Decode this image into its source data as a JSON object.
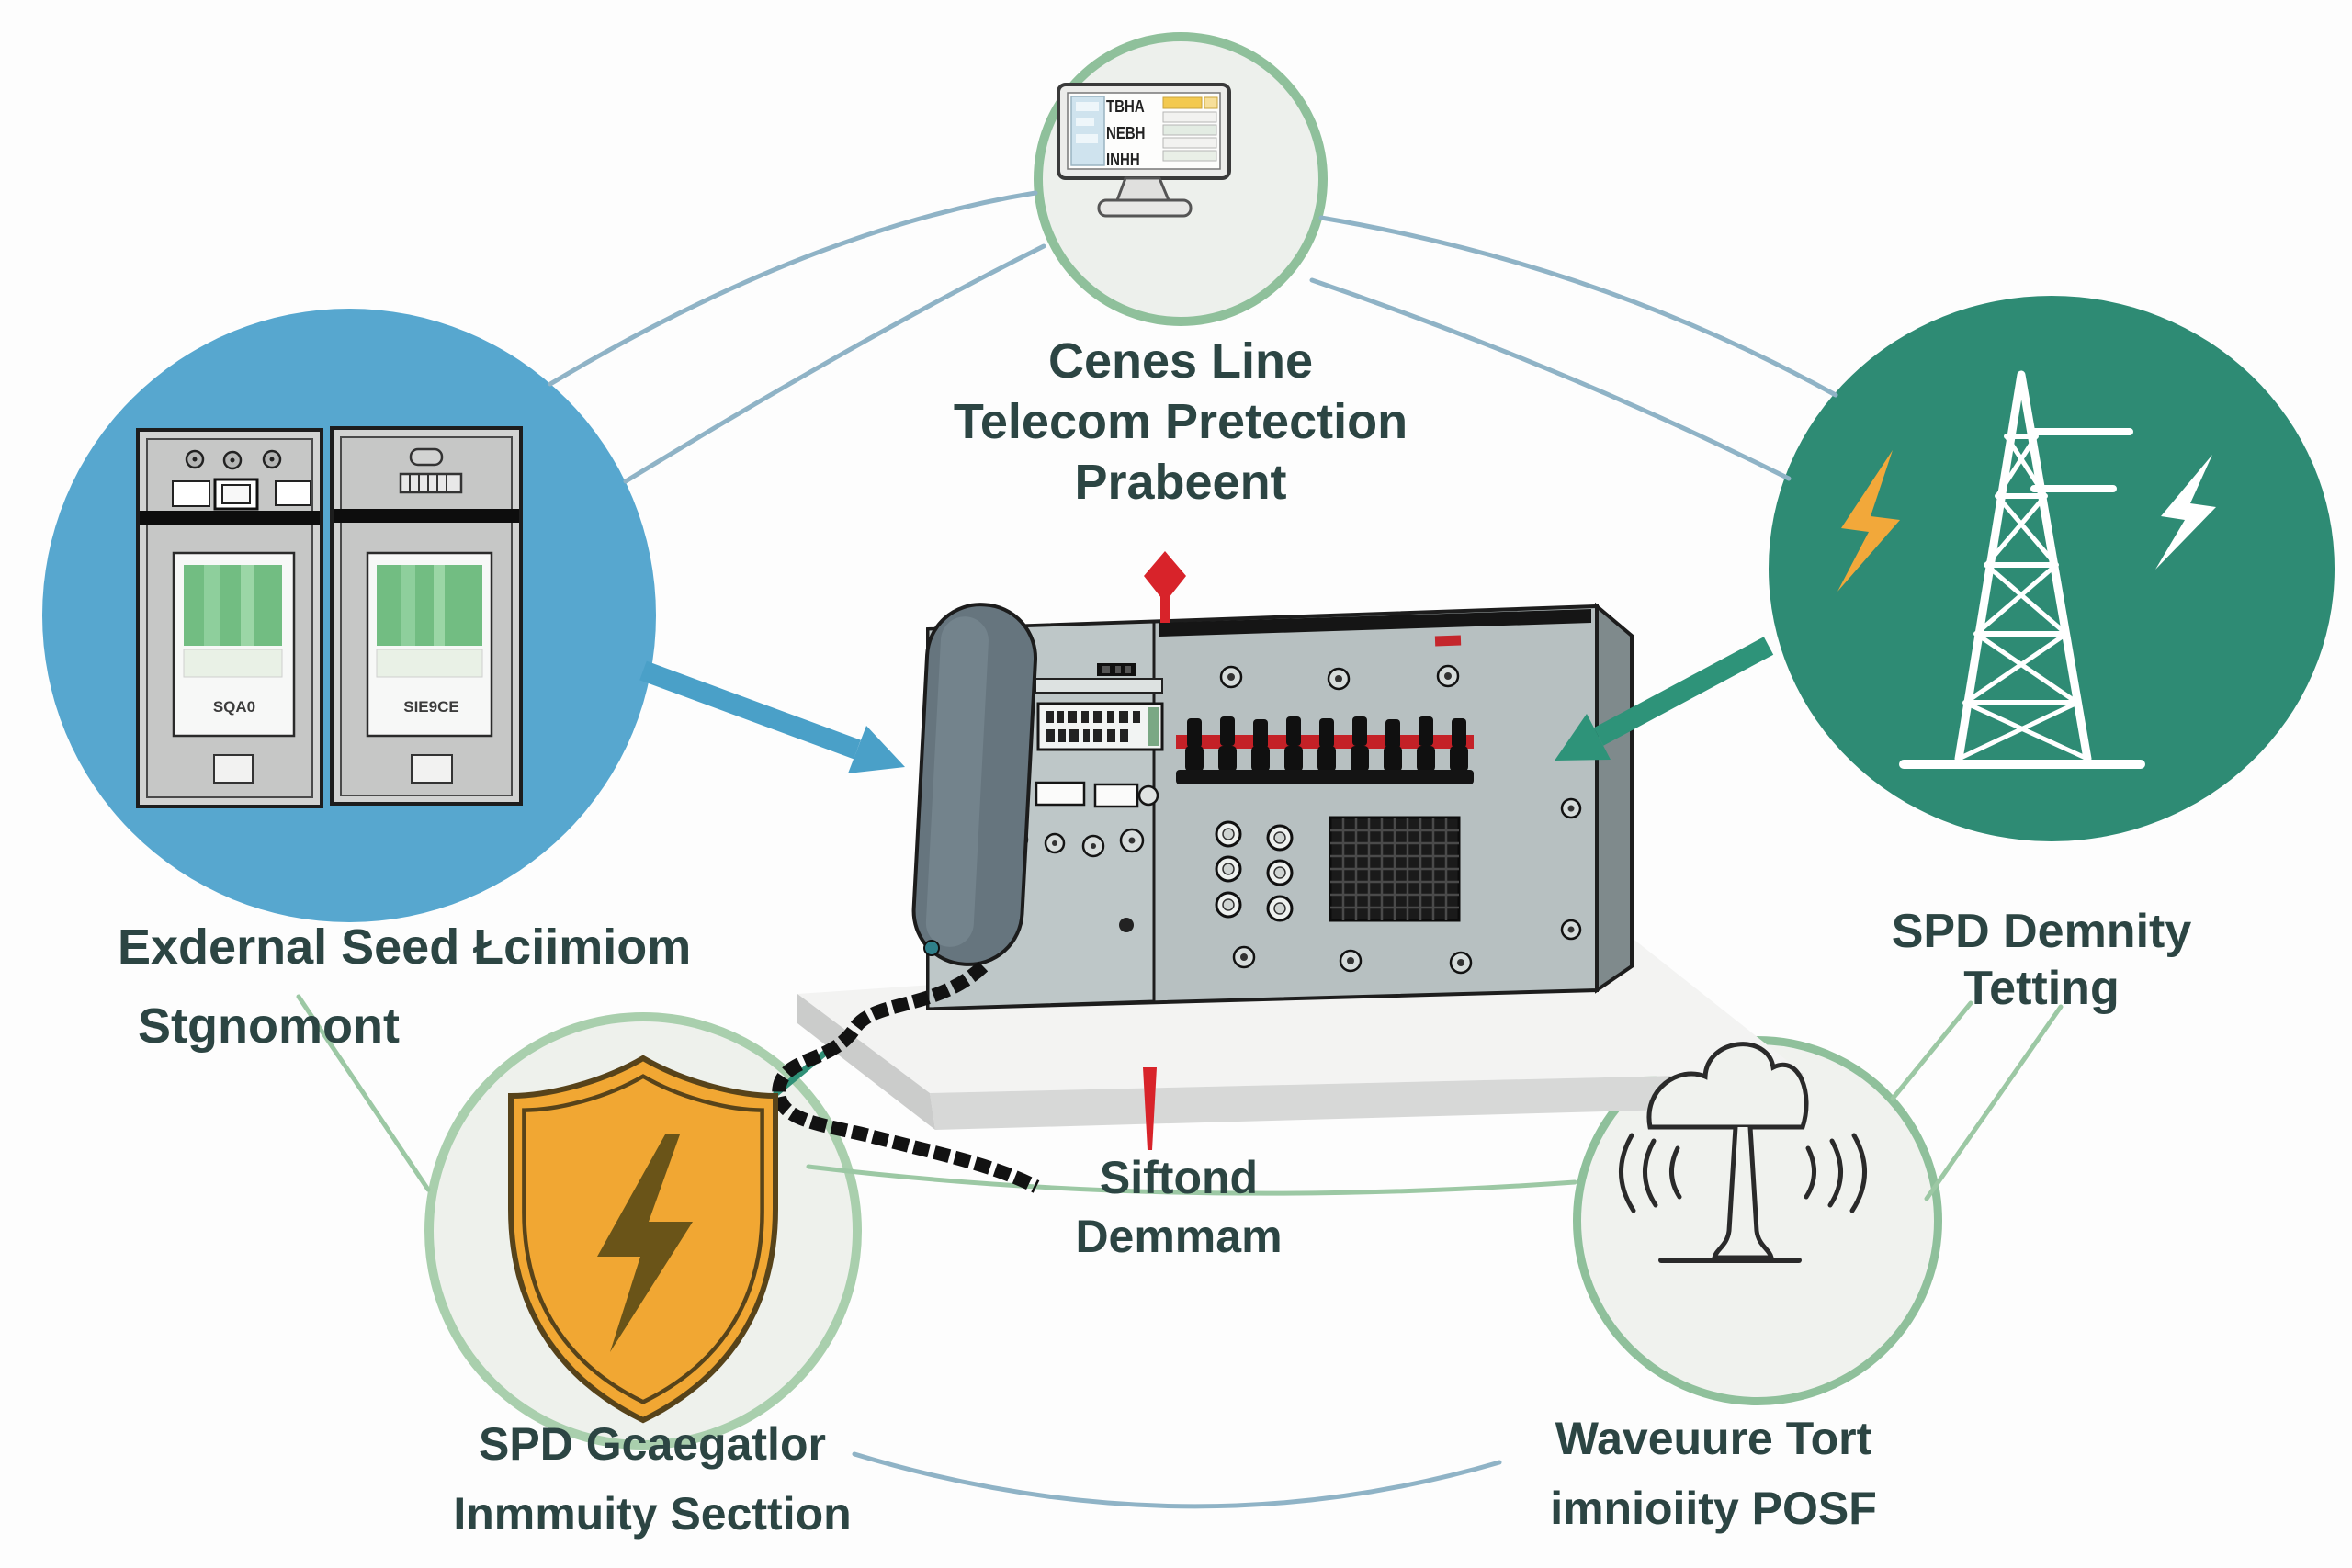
{
  "colors": {
    "background": "#fdfdfd",
    "text": "#2c4543",
    "blue_circle": "#57a7cf",
    "teal_circle": "#2e8b74",
    "circle_fill": "#eef1ec",
    "circle_border_green": "#8fc09b",
    "connector_blue": "#8fb3c6",
    "connector_green": "#9cc8a4",
    "connector_teal": "#2f9077",
    "arrow_blue": "#4aa0c8",
    "arrow_teal": "#2e9379",
    "red_accent": "#d8232a",
    "shield_orange": "#f1a733",
    "bolt_yellow": "#f2a83a",
    "device_gray": "#b7c0c1"
  },
  "nodes": {
    "top": {
      "title_lines": [
        "Cenes Line",
        "Telecom Pretection",
        "Prabeent"
      ],
      "monitor_rows": [
        "TBHA",
        "NEBH",
        "INHH"
      ]
    },
    "left": {
      "label_lines": [
        "Exdernal Seed Łciimiom",
        "Stgnomont"
      ],
      "panel_left_label": "SQA0",
      "panel_right_label": "SIE9CE"
    },
    "right": {
      "label_lines": [
        "SPD Demnity",
        "Tetting"
      ]
    },
    "bottom_left": {
      "label_lines": [
        "SPD Gcaegatlor",
        "Inmmuity Secttion"
      ]
    },
    "bottom_right": {
      "label_lines": [
        "Waveuure Tort",
        "imnioiity POSF"
      ]
    },
    "center": {
      "label_lines": [
        "Siftond",
        "Demmam"
      ]
    }
  }
}
